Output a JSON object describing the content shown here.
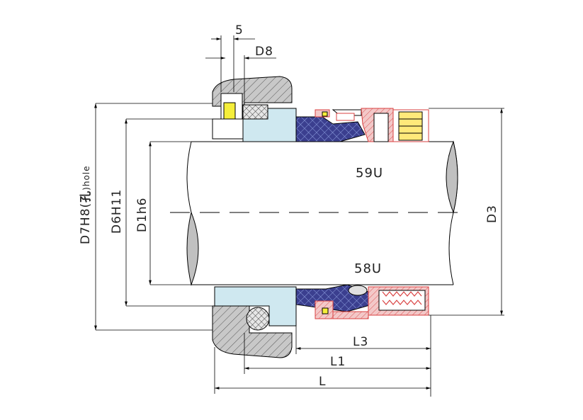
{
  "dimensions": {
    "d7": "D7H8(",
    "d7_hole_cn": "孔",
    "d7_tail": ")hole",
    "d6": "D6H11",
    "d1": "D1h6",
    "d3": "D3",
    "d8": "D8",
    "five": "5",
    "l3": "L3",
    "l1": "L1",
    "l": "L"
  },
  "labels": {
    "top_model": "59U",
    "bottom_model": "58U"
  },
  "colors": {
    "seat_fill": "#cfe8f0",
    "hatch_gray": "#b5b5b5",
    "oring_fill": "#d9d9d9",
    "bellows_blue": "#3b3f8f",
    "red_part": "#d94040",
    "pink_fill": "#f3c8c8",
    "pin_yellow": "#f5ee3a",
    "spring_fill": "#ffe97a"
  }
}
